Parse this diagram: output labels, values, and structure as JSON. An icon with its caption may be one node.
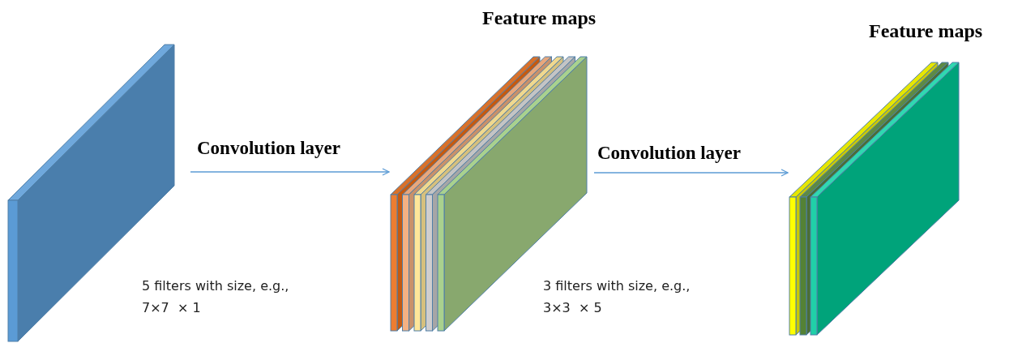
{
  "diagram": {
    "nodes": [
      {
        "text": [],
        "shape": "box"
      },
      {
        "text": [
          "Feature maps"
        ]
      },
      {
        "text": [
          "Feature maps"
        ]
      }
    ],
    "edges": [
      {
        "from": 0,
        "to": 1,
        "arrow": "to",
        "label": "Convolution layer"
      },
      {
        "from": 1,
        "to": 2,
        "arrow": "to",
        "label": "Convolution layer"
      }
    ],
    "labels": [
      "5 filters with size, e.g.,",
      "7×7  × 1",
      "3 filters with size, e.g.,",
      "3×3  × 5"
    ]
  }
}
